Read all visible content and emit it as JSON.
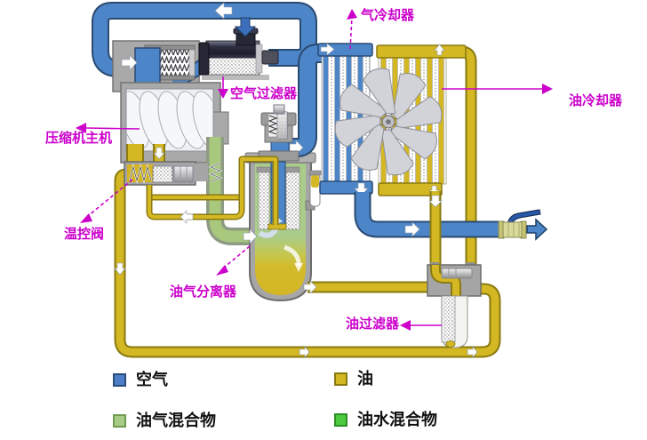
{
  "diagram": {
    "labels": {
      "air_cooler": "气冷却器",
      "oil_cooler": "油冷却器",
      "air_filter": "空气过滤器",
      "compressor": "压缩机主机",
      "temp_valve": "温控阀",
      "oil_gas_separator": "油气分离器",
      "oil_filter": "油过滤器"
    },
    "legend": [
      {
        "label": "空气",
        "color": "#4d7fc8",
        "border": "#2b4d7a"
      },
      {
        "label": "油",
        "color": "#d3b723",
        "border": "#8a7a10"
      },
      {
        "label": "油气混合物",
        "color": "#a8cc86",
        "border": "#6f9c4f"
      },
      {
        "label": "油水混合物",
        "color": "#4cc93f",
        "border": "#2e8f28"
      }
    ],
    "colors": {
      "air_pipe": "#4d86c8",
      "oil_pipe": "#d3b723",
      "oil_gas_mixture": "#a7c87d",
      "oil_water_mixture": "#4cc93f",
      "annotation": "#cb00cb"
    }
  }
}
